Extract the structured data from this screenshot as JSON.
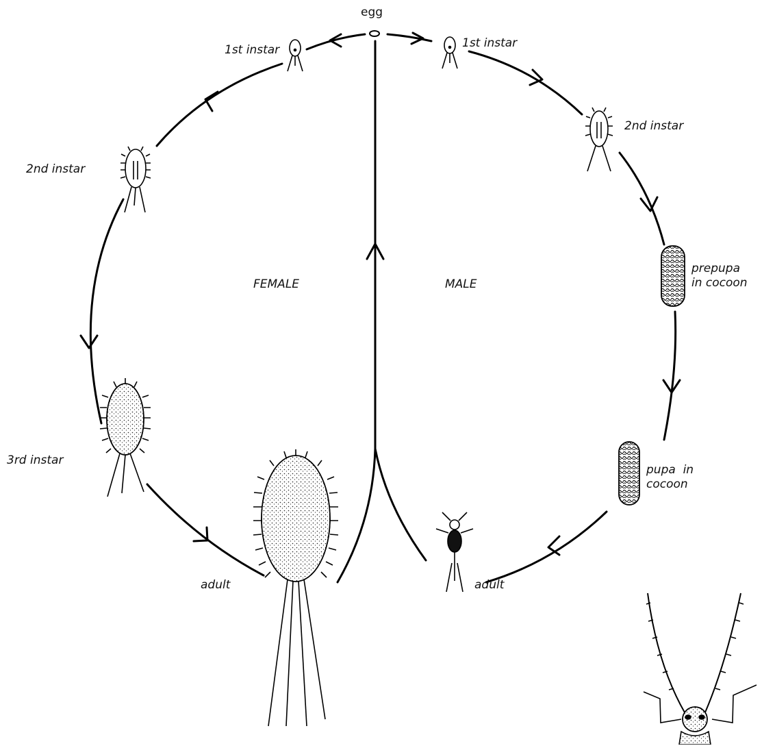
{
  "diagram": {
    "top": {
      "egg": "egg"
    },
    "sections": {
      "female": "FEMALE",
      "male": "MALE"
    },
    "female": {
      "first_instar": "1st instar",
      "second_instar": "2nd instar",
      "third_instar": "3rd instar",
      "adult": "adult"
    },
    "male": {
      "first_instar": "1st instar",
      "second_instar": "2nd instar",
      "prepupa_line1": "prepupa",
      "prepupa_line2": "in cocoon",
      "pupa_line1": "pupa  in",
      "pupa_line2": "cocoon",
      "adult": "adult"
    }
  }
}
